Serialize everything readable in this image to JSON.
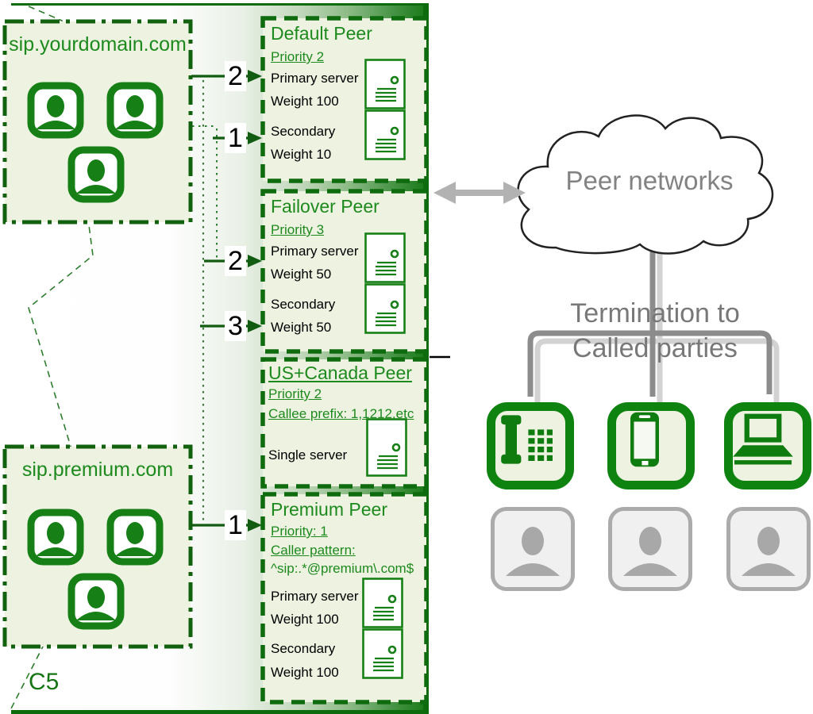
{
  "container": {
    "c5_label": "C5"
  },
  "domains": [
    {
      "name": "sip.yourdomain.com",
      "user_count": 3
    },
    {
      "name": "sip.premium.com",
      "user_count": 3
    }
  ],
  "route_labels": [
    {
      "value": "2"
    },
    {
      "value": "1"
    },
    {
      "value": "2"
    },
    {
      "value": "3"
    },
    {
      "value": "1"
    }
  ],
  "peers": [
    {
      "title": "Default Peer",
      "priority": "Priority 2",
      "rows": [
        "Primary server",
        "Weight 100",
        "Secondary",
        "Weight 10"
      ]
    },
    {
      "title": "Failover Peer",
      "priority": "Priority 3",
      "rows": [
        "Primary server",
        "Weight 50",
        "Secondary",
        "Weight 50"
      ]
    },
    {
      "title": "US+Canada Peer",
      "priority": "Priority 2",
      "callee_prefix": "Callee prefix: 1,1212,etc",
      "rows": [
        "Single server"
      ]
    },
    {
      "title": "Premium Peer",
      "priority": "Priority: 1",
      "caller_pattern_label": "Caller pattern:",
      "caller_pattern": "^sip:.*@premium\\.com$",
      "rows": [
        "Primary server",
        "Weight 100",
        "Secondary",
        "Weight 100"
      ]
    }
  ],
  "cloud": {
    "label": "Peer networks"
  },
  "termination": {
    "line1": "Termination to",
    "line2": "Called parties"
  },
  "colors": {
    "green_dark": "#0e6b0e",
    "green_mid": "#168016",
    "green_text": "#1d8a1d",
    "box_fill": "#edf2e1",
    "gray_text": "#787878",
    "gray_line_dark": "#8c8c8c",
    "gray_line_light": "#d2d2d2",
    "gray_arrow": "#b2b2b2"
  }
}
